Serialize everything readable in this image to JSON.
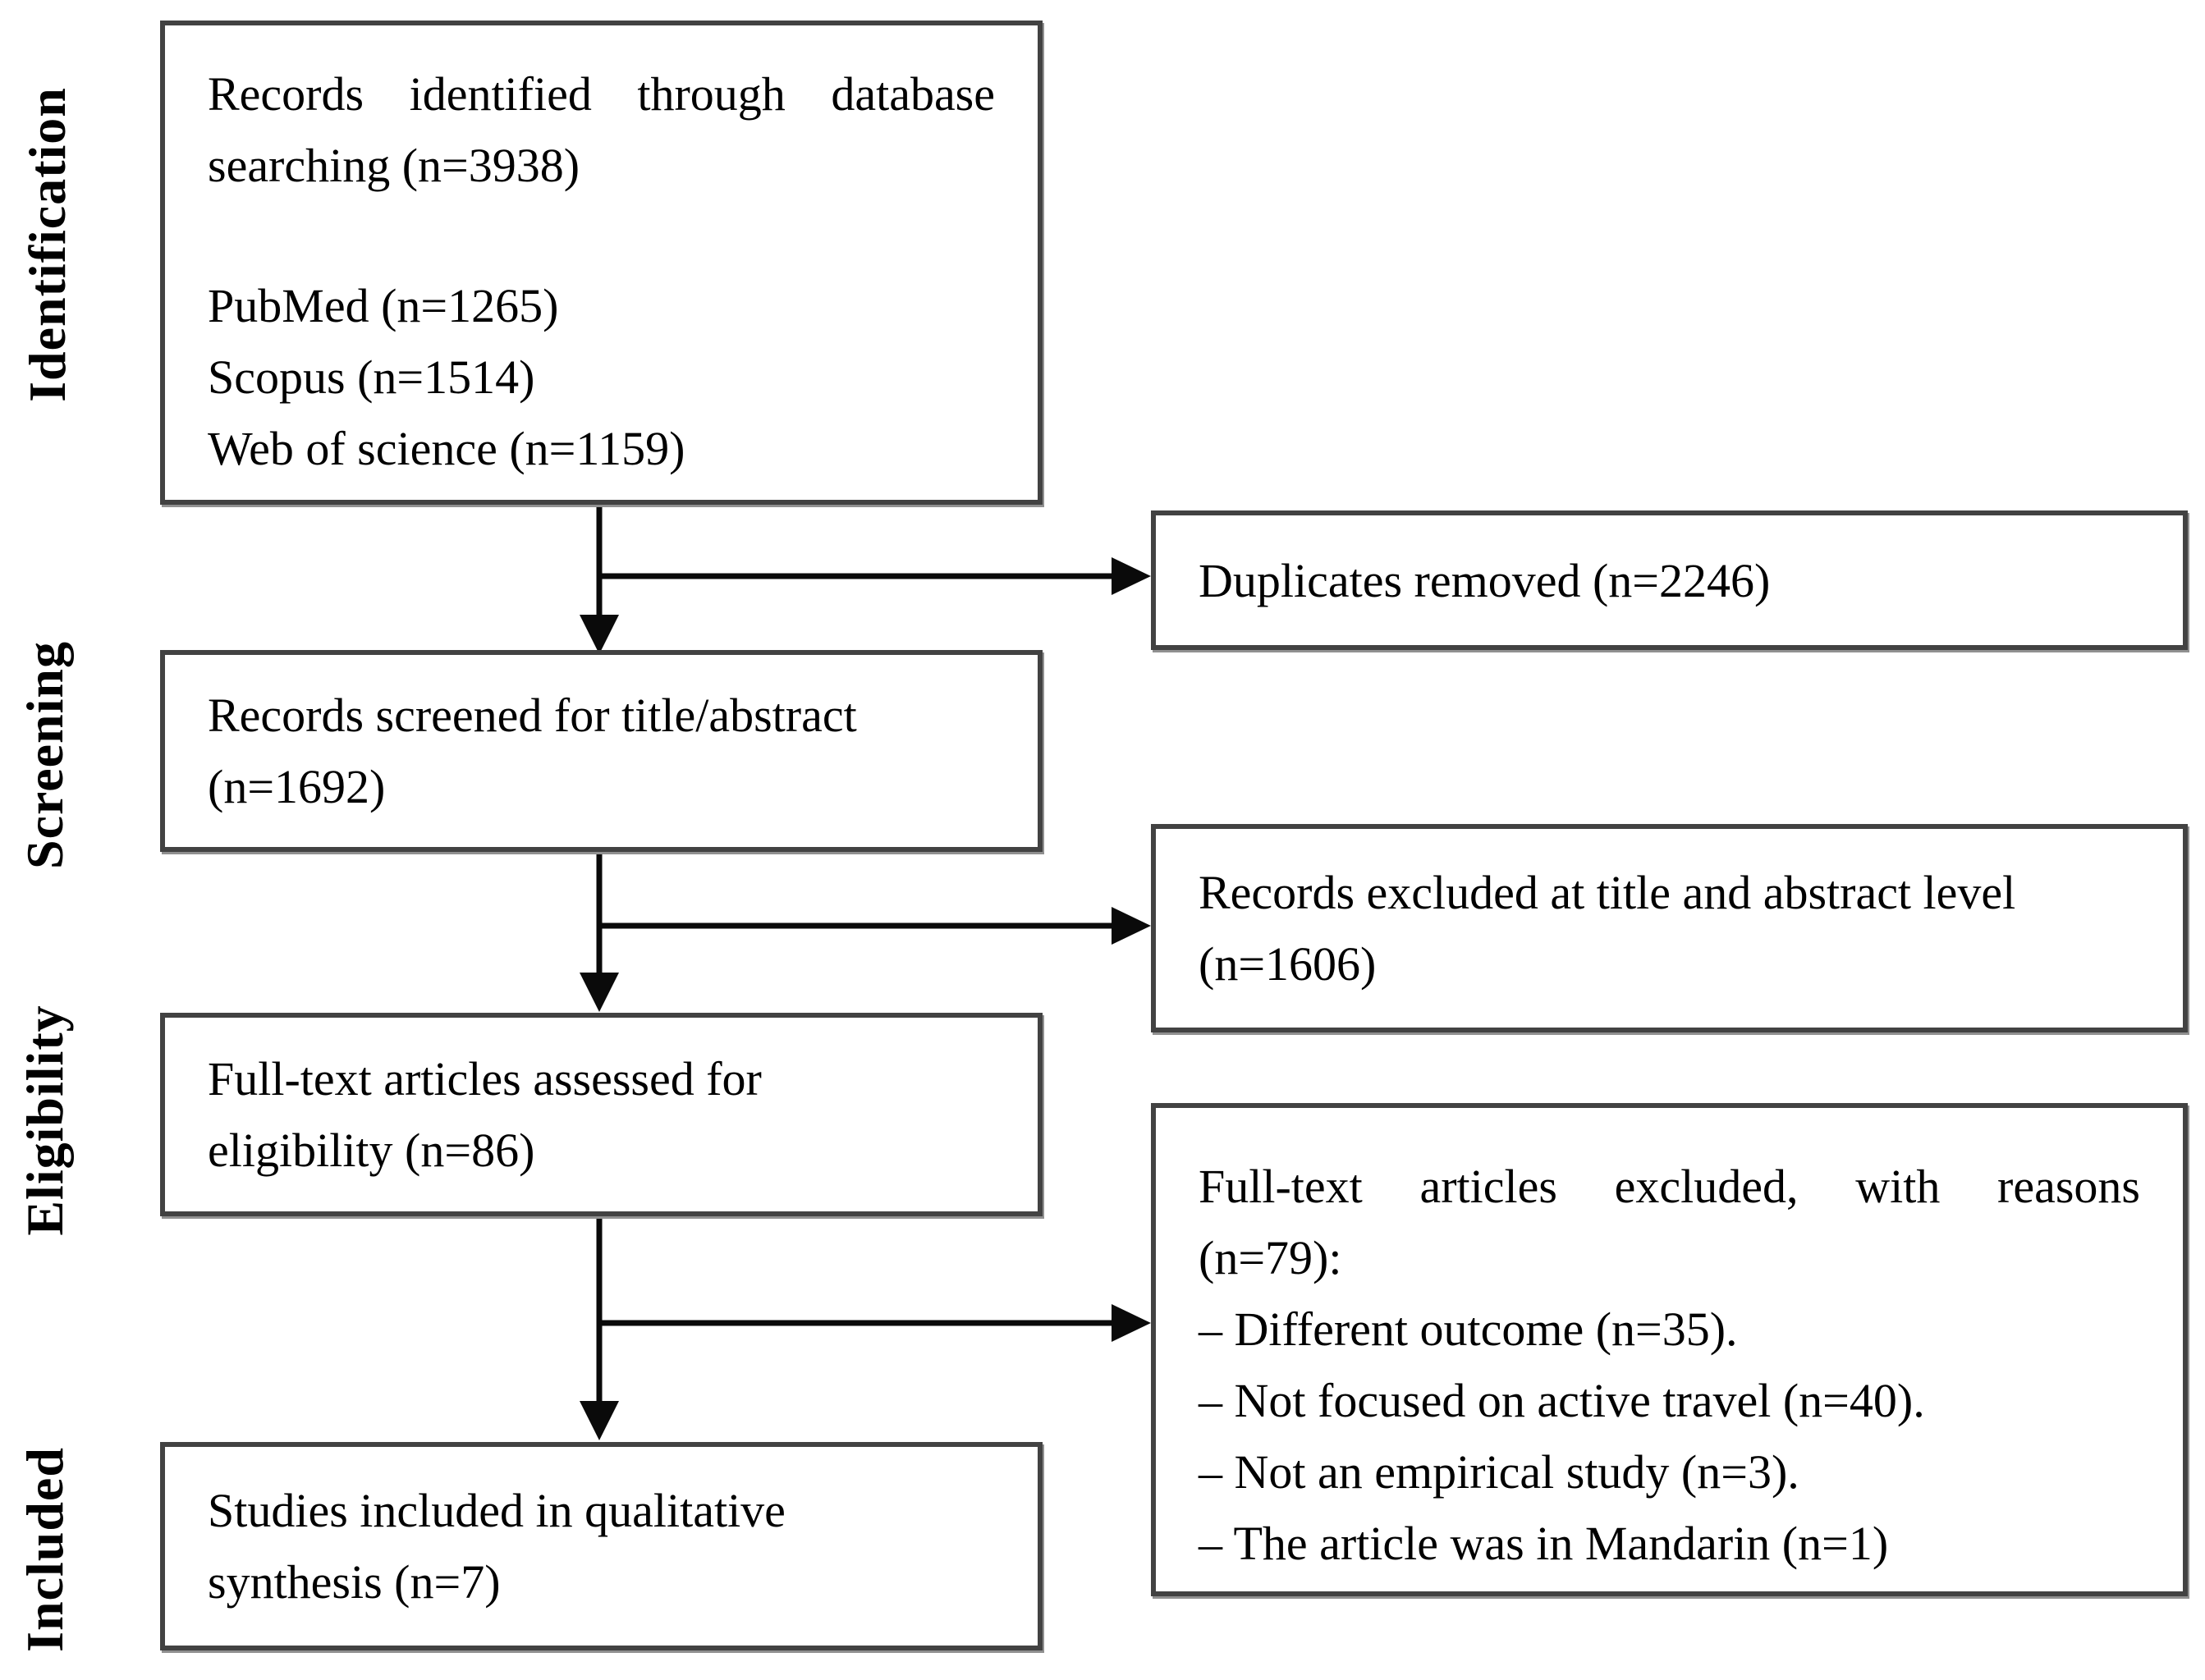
{
  "diagram": {
    "stage_labels": [
      "Identification",
      "Screening",
      "Eligibility",
      "Included"
    ],
    "boxes": {
      "identified": {
        "lines": [
          "Records identified through database",
          "searching (n=3938)"
        ],
        "sources": [
          "PubMed (n=1265)",
          "Scopus (n=1514)",
          "Web of science (n=1159)"
        ]
      },
      "duplicates_removed": {
        "text": "Duplicates removed (n=2246)"
      },
      "screened": {
        "lines": [
          "Records screened for title/abstract",
          "(n=1692)"
        ]
      },
      "excluded_title_abstract": {
        "lines": [
          "Records excluded at title and abstract level",
          "(n=1606)"
        ]
      },
      "fulltext_assessed": {
        "lines": [
          "Full-text articles assessed for",
          "eligibility (n=86)"
        ]
      },
      "fulltext_excluded": {
        "lines": [
          "Full-text articles excluded, with reasons",
          "(n=79):"
        ],
        "reasons": [
          "– Different outcome (n=35).",
          "– Not focused on active travel (n=40).",
          "– Not an empirical study (n=3).",
          "– The article was in Mandarin (n=1)"
        ]
      },
      "included_studies": {
        "lines": [
          "Studies included in qualitative",
          "synthesis (n=7)"
        ]
      }
    },
    "colors": {
      "background": "#ffffff",
      "text": "#000000",
      "box_border": "#424242",
      "arrow": "#0a0a0a"
    }
  }
}
